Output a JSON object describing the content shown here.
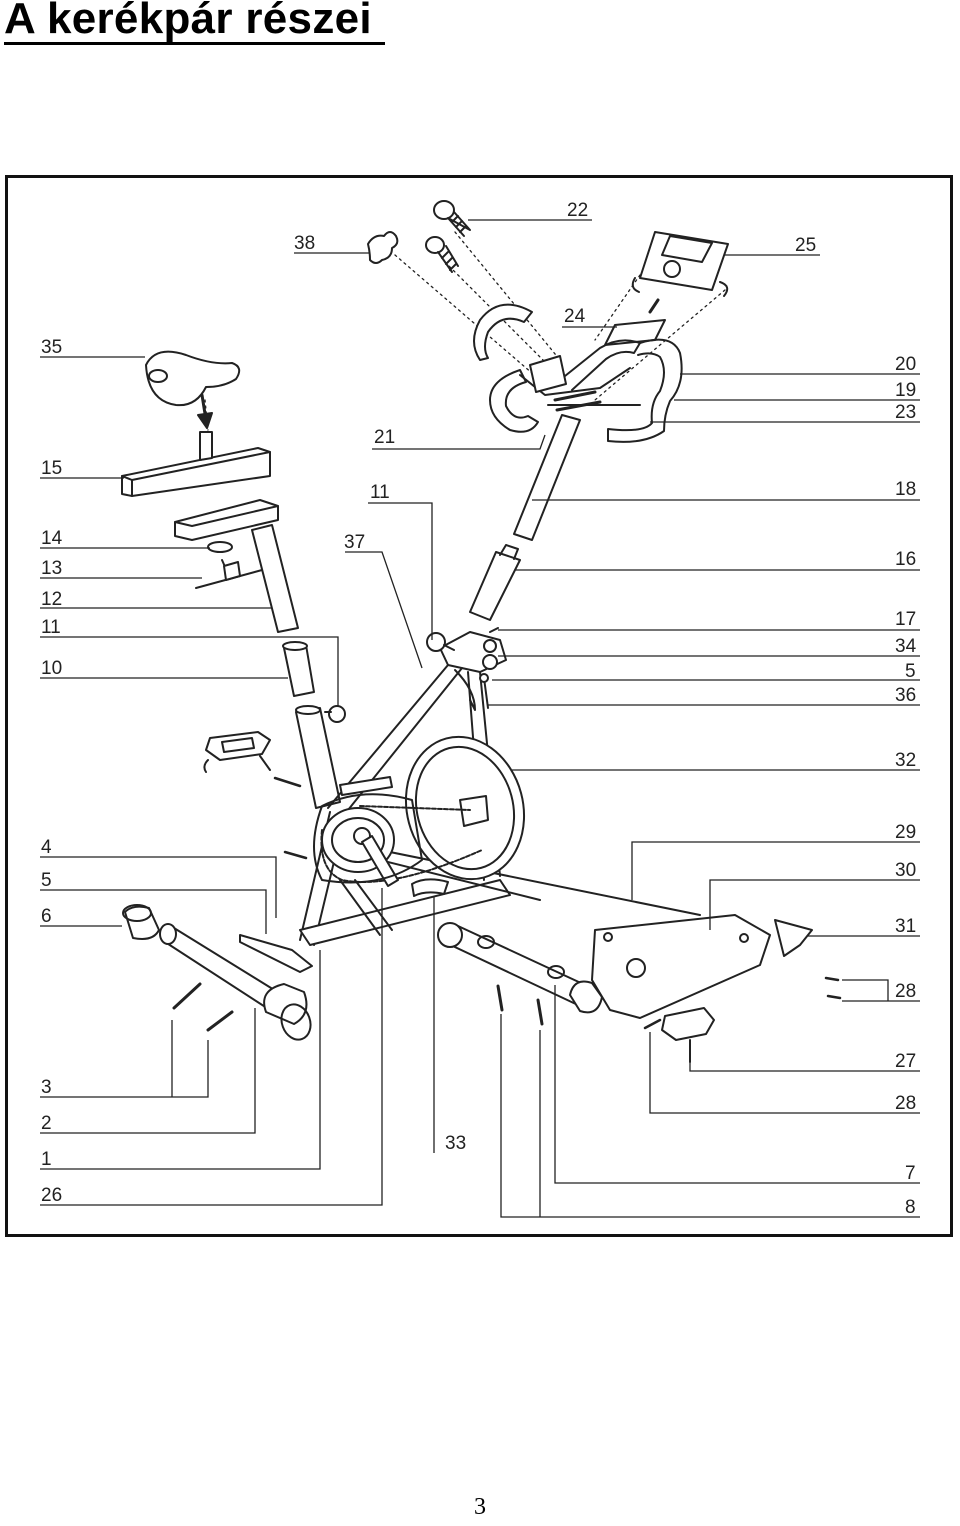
{
  "page": {
    "title": "A kerékpár részei",
    "page_number": "3"
  },
  "labels": {
    "l22": "22",
    "l38": "38",
    "l25": "25",
    "l24": "24",
    "l35": "35",
    "l20": "20",
    "l19": "19",
    "l23": "23",
    "l21": "21",
    "l15": "15",
    "l11a": "11",
    "l18": "18",
    "l14": "14",
    "l37": "37",
    "l13": "13",
    "l16": "16",
    "l12": "12",
    "l11b": "11",
    "l17": "17",
    "l34": "34",
    "l10": "10",
    "l5a": "5",
    "l36": "36",
    "l32": "32",
    "l29": "29",
    "l4": "4",
    "l30": "30",
    "l5b": "5",
    "l6": "6",
    "l31": "31",
    "l28a": "28",
    "l27": "27",
    "l3": "3",
    "l28b": "28",
    "l2": "2",
    "l33": "33",
    "l1": "1",
    "l7": "7",
    "l26": "26",
    "l8": "8"
  }
}
